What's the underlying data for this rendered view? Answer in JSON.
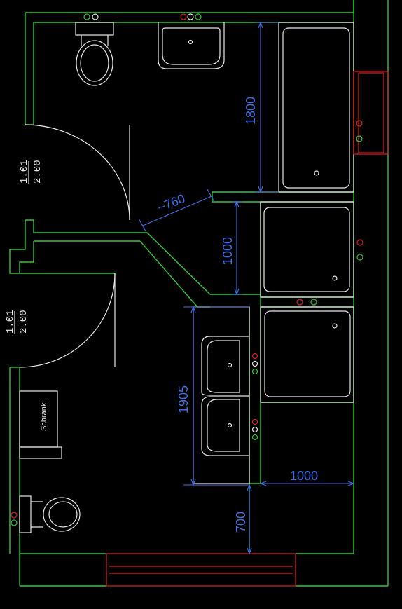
{
  "dimensions": {
    "bath_length": "1800",
    "door_clearance": "~760",
    "shower1_length": "1000",
    "vanity_length": "1905",
    "shower2_width": "1000",
    "toilet_clearance": "700"
  },
  "doors": {
    "door_upper_top": "1.01",
    "door_upper_bottom": "2.00",
    "door_lower_top": "1.01",
    "door_lower_bottom": "2.00"
  },
  "labels": {
    "cabinet": "Schrank"
  },
  "colors": {
    "background": "#000000",
    "walls": "#2ecc2e",
    "fixtures": "#e8e8e8",
    "dimensions": "#3f6fe8",
    "radiators": "#e02020"
  }
}
